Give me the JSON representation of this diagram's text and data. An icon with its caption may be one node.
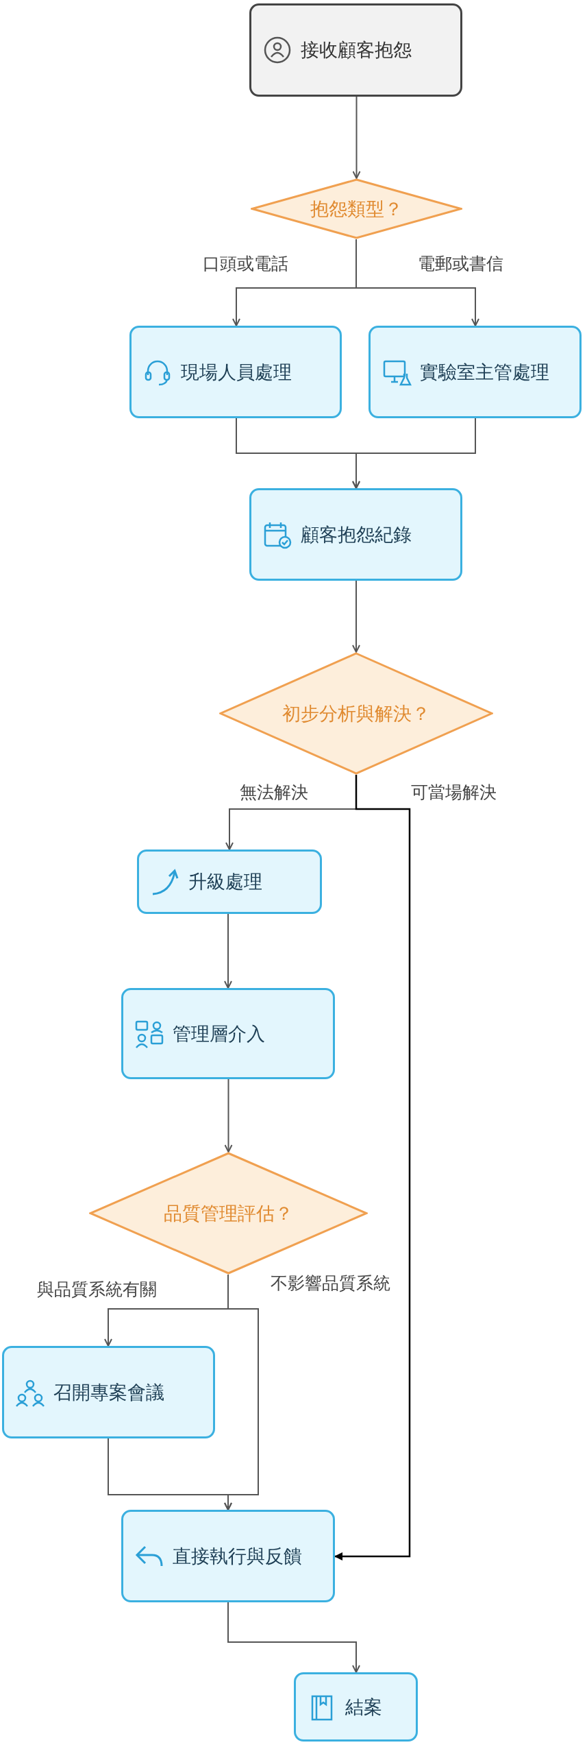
{
  "diagram": {
    "nodes": [
      {
        "text": [
          "接收顧客抱怨"
        ]
      },
      {
        "text": [
          "抱怨類型？"
        ]
      },
      {
        "text": [
          "現場人員處理"
        ]
      },
      {
        "text": [
          "實驗室主管處理"
        ]
      },
      {
        "text": [
          "顧客抱怨紀錄"
        ]
      },
      {
        "text": [
          "初步分析與解決？"
        ]
      },
      {
        "text": [
          "升級處理"
        ]
      },
      {
        "text": [
          "管理層介入"
        ]
      },
      {
        "text": [
          "品質管理評估？"
        ]
      },
      {
        "text": [
          "召開專案會議"
        ]
      },
      {
        "text": [
          "直接執行與反饋"
        ]
      },
      {
        "text": [
          "結案"
        ]
      }
    ],
    "edges": [
      {
        "from": 0,
        "to": 1,
        "arrow": "to"
      },
      {
        "from": 1,
        "to": 2,
        "arrow": "to",
        "label": "口頭或電話"
      },
      {
        "from": 1,
        "to": 3,
        "arrow": "to",
        "label": "電郵或書信"
      },
      {
        "from": 2,
        "to": 4,
        "arrow": "to"
      },
      {
        "from": 3,
        "to": 4,
        "arrow": "to"
      },
      {
        "from": 4,
        "to": 5,
        "arrow": "to"
      },
      {
        "from": 5,
        "to": 6,
        "arrow": "to",
        "label": "無法解決"
      },
      {
        "from": 5,
        "to": 10,
        "arrow": "to",
        "label": "可當場解決",
        "color": "#000000"
      },
      {
        "from": 6,
        "to": 7,
        "arrow": "to"
      },
      {
        "from": 7,
        "to": 8,
        "arrow": "to"
      },
      {
        "from": 8,
        "to": 9,
        "arrow": "to",
        "label": "與品質系統有關"
      },
      {
        "from": 8,
        "to": 10,
        "arrow": "to",
        "label": "不影響品質系統"
      },
      {
        "from": 9,
        "to": 10,
        "arrow": "to"
      },
      {
        "from": 10,
        "to": 11,
        "arrow": "to"
      }
    ]
  }
}
